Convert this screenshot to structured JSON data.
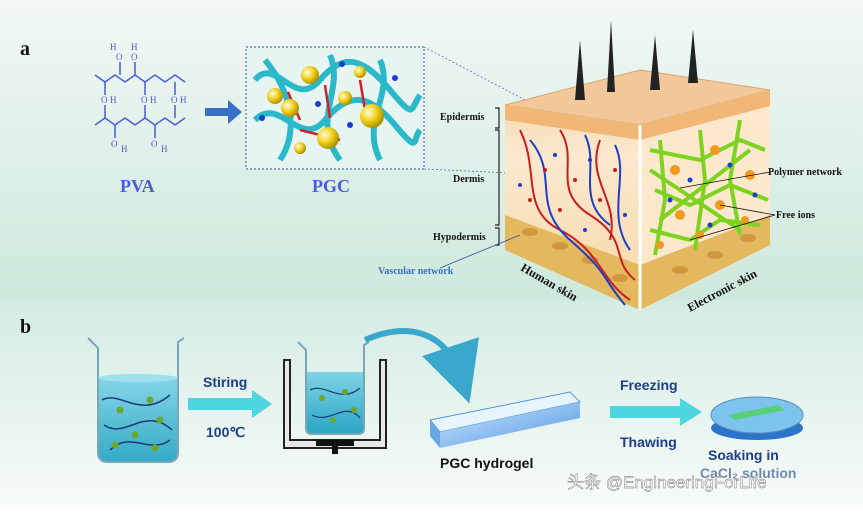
{
  "panel_a": {
    "label": "a",
    "pva_label": "PVA",
    "pgc_label": "PGC",
    "layers": [
      "Epidermis",
      "Dermis",
      "Hypodermis"
    ],
    "vascular_label": "Vascular network",
    "human_skin_label": "Human skin",
    "electronic_skin_label": "Electronic skin",
    "polymer_network_label": "Polymer network",
    "free_ions_label": "Free ions",
    "pva_atoms": [
      "H",
      "O",
      "H",
      "O",
      "H",
      "O",
      "H",
      "O",
      "H",
      "O",
      "H",
      "O",
      "H",
      "O"
    ]
  },
  "panel_b": {
    "label": "b",
    "stiring_label": "Stiring",
    "temp_label": "100℃",
    "hydrogel_label": "PGC hydrogel",
    "freezing_label": "Freezing",
    "thawing_label": "Thawing",
    "soaking_label": "Soaking in",
    "soaking_partial": "CaCl₂ solution"
  },
  "watermark": "头条 @EngineeringForLife",
  "colors": {
    "pva_blue": "#4a5ad8",
    "arrow_cyan": "#4dd6e0",
    "arrow_blue": "#3a6fc7",
    "label_navy": "#1f3c88",
    "green_network": "#7ed321"
  }
}
